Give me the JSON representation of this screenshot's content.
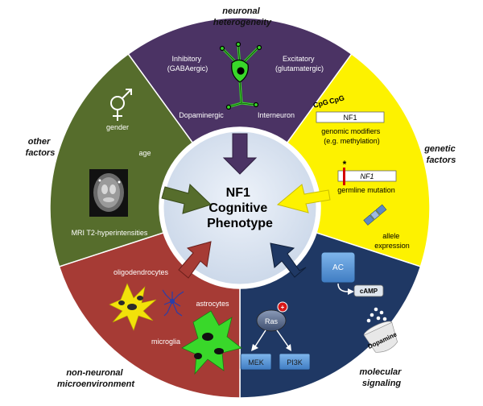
{
  "center": {
    "lines": [
      "NF1",
      "Cognitive",
      "Phenotype"
    ]
  },
  "neuronal": {
    "title_lines": [
      "neuronal",
      "heterogeneity"
    ],
    "inhibitory_lines": [
      "Inhibitory",
      "(GABAergic)"
    ],
    "excitatory_lines": [
      "Excitatory",
      "(glutamatergic)"
    ],
    "dopaminergic": "Dopaminergic",
    "interneuron": "Interneuron"
  },
  "genetic": {
    "title_lines": [
      "genetic",
      "factors"
    ],
    "cpg1": "CpG",
    "cpg2": "CpG",
    "nf1_box": "NF1",
    "modifiers_lines": [
      "genomic modifiers",
      "(e.g. methylation)"
    ],
    "asterisk": "*",
    "nf1_mut_box": "NF1",
    "germline": "germline mutation",
    "allele_lines": [
      "allele",
      "expression"
    ]
  },
  "molecular": {
    "title_lines": [
      "molecular",
      "signaling"
    ],
    "ac": "AC",
    "camp": "cAMP",
    "dopamine": "Dopamine",
    "ras": "Ras",
    "plus": "+",
    "mek": "MEK",
    "pi3k": "PI3K"
  },
  "nonneuronal": {
    "title_lines": [
      "non-neuronal",
      "microenvironment"
    ],
    "oligodendrocytes": "oligodendrocytes",
    "microglia": "microglia",
    "astrocytes": "astrocytes"
  },
  "other": {
    "title_lines": [
      "other",
      "factors"
    ],
    "gender": "gender",
    "age": "age",
    "mri": "MRI T2-hyperintensities"
  },
  "colors": {
    "neuronal": "#4b3364",
    "genetic": "#fdf200",
    "molecular": "#1f3864",
    "nonneuronal": "#a63b35",
    "other": "#566d2c",
    "center": "#dde6f2",
    "neuron_green": "#39d82a",
    "ac_blue": "#4f8fd6"
  }
}
